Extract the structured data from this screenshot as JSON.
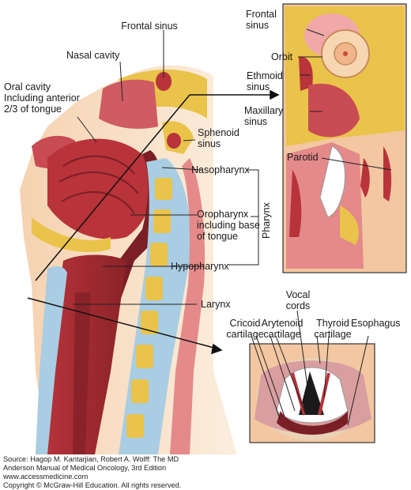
{
  "labels": {
    "frontal_sinus_main": "Frontal sinus",
    "nasal_cavity": "Nasal cavity",
    "oral_cavity": "Oral cavity\nIncluding anterior\n2/3 of tongue",
    "sphenoid_sinus": "Sphenoid\nsinus",
    "nasopharynx": "Nasopharynx",
    "oropharynx": "Oropharynx\nincluding base\nof tongue",
    "hypopharynx": "Hypopharynx",
    "larynx": "Larynx",
    "pharynx": "Pharynx",
    "frontal_sinus_inset": "Frontal\nsinus",
    "orbit": "Orbit",
    "ethmoid_sinus": "Ethmoid\nsinus",
    "maxillary_sinus": "Maxillary\nsinus",
    "parotid": "Parotid",
    "vocal_cords": "Vocal\ncords",
    "cricoid_cartilage": "Cricoid\ncartilage",
    "arytenoid_cartilage": "Arytenoid\ncartilage",
    "thyroid_cartilage": "Thyroid\ncartilage",
    "esophagus": "Esophagus"
  },
  "source": {
    "line1": "Source: Hagop M. Kantarjian, Robert A. Wolff: The MD",
    "line2": "Anderson Manual of Medical Oncology, 3rd Edition",
    "line3": "www.accessmedicine.com",
    "line4": "Copyright © McGraw-Hill Education. All rights reserved."
  },
  "colors": {
    "tissue_red": "#b8333a",
    "tissue_dark": "#7a1f25",
    "bone_yellow": "#e9c34a",
    "spine_blue": "#a9cde2",
    "skin_peach": "#f3c7a1",
    "pink": "#e48a8a"
  }
}
